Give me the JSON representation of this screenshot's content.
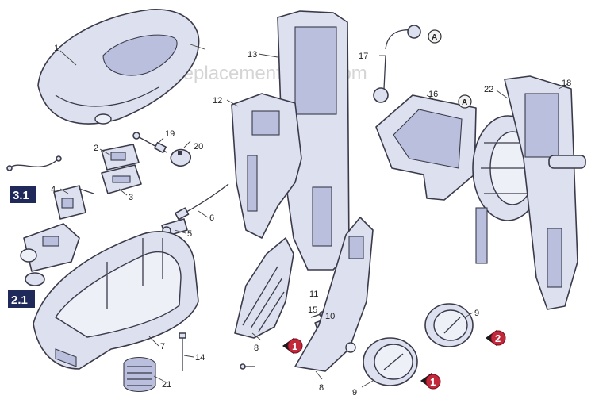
{
  "watermark": "eReplacementParts.com",
  "callouts": {
    "c1": "1",
    "c2": "2",
    "c3": "3",
    "c4": "4",
    "c5": "5",
    "c6": "6",
    "c7": "7",
    "c8a": "8",
    "c8b": "8",
    "c9a": "9",
    "c9b": "9",
    "c10": "10",
    "c11": "11",
    "c12": "12",
    "c13": "13",
    "c14": "14",
    "c15": "15",
    "c16": "16",
    "c17": "17",
    "c18": "18",
    "c19": "19",
    "c20": "20",
    "c21": "21",
    "c22": "22"
  },
  "kits": {
    "k31": "3.1",
    "k21": "2.1"
  },
  "markers": {
    "m1a": "1",
    "m1b": "1",
    "m2": "2"
  },
  "refs": {
    "ra1": "A",
    "ra2": "A"
  },
  "colors": {
    "marker": "#c2273b",
    "kit": "#1f2a5a",
    "part_fill": "#dde0ef"
  }
}
